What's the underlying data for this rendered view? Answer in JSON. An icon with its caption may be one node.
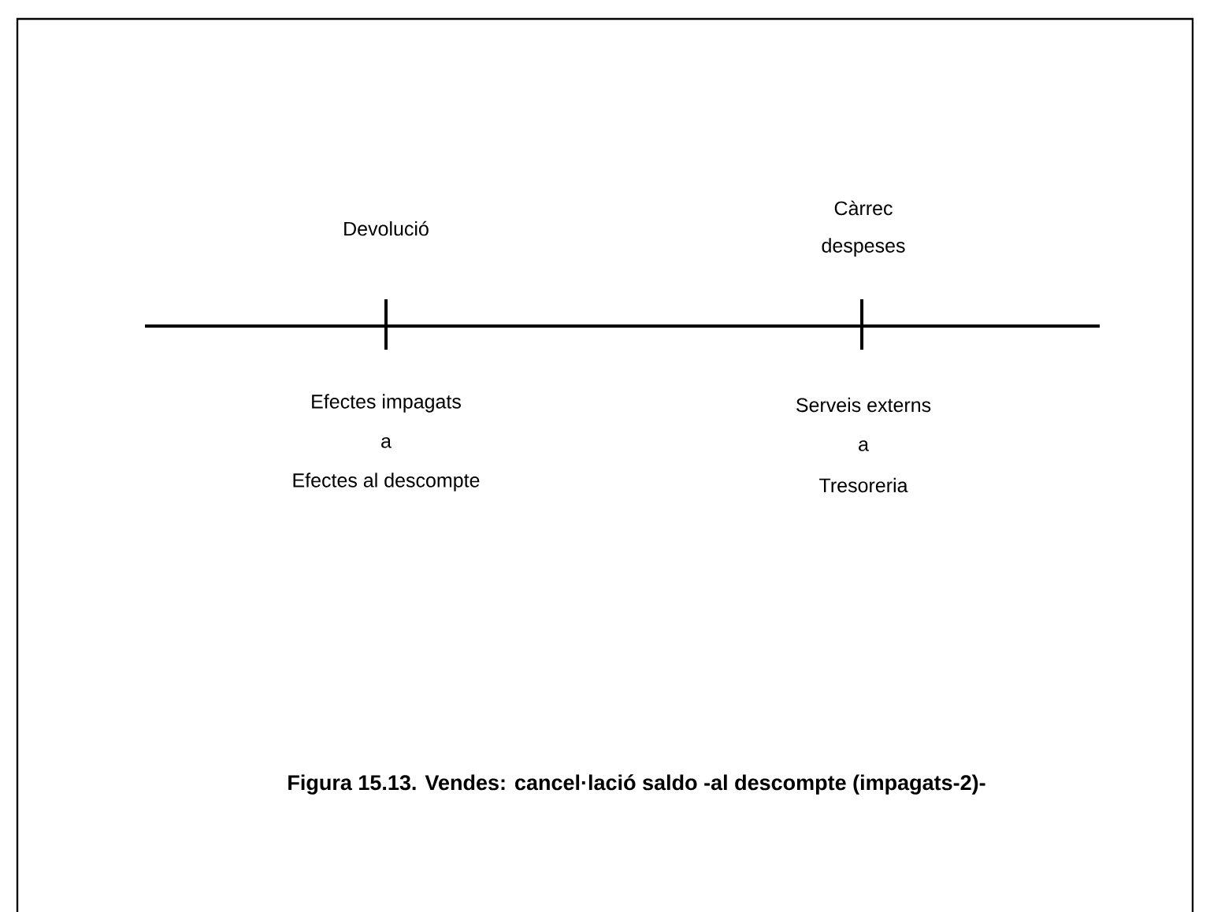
{
  "diagram": {
    "caption": "Figura 15.13. Vendes: cancel·lació saldo -al descompte (impagats-2)-",
    "labels": [
      "Devolució",
      "Càrrec",
      "despeses",
      "Efectes impagats",
      "a",
      "Efectes al descompte",
      "Serveis externs",
      "a",
      "Tresoreria"
    ]
  }
}
